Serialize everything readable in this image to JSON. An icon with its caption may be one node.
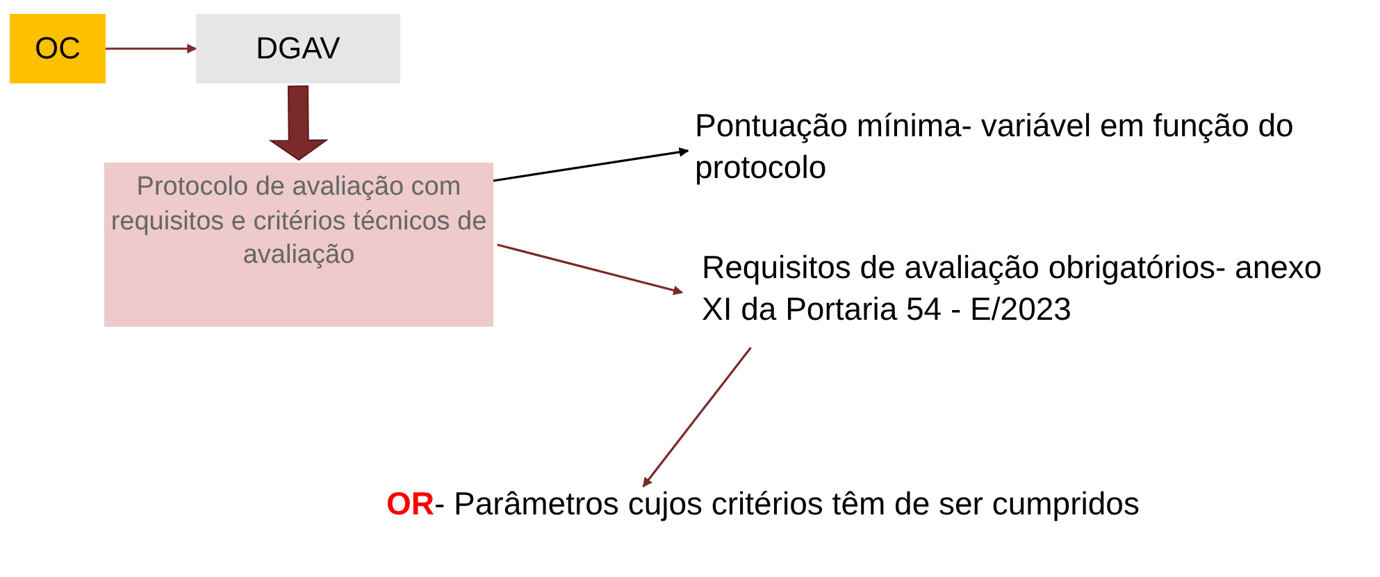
{
  "diagram": {
    "nodes": [
      {
        "text": [
          "OC"
        ]
      },
      {
        "text": [
          "DGAV"
        ]
      },
      {
        "text": [
          "Protocolo de avaliação com requisitos e critérios técnicos de avaliação"
        ]
      },
      {
        "text": [
          "Pontuação mínima- variável em função do protocolo"
        ]
      },
      {
        "text": [
          "Requisitos de avaliação obrigatórios- anexo XI da Portaria 54 - E/2023"
        ]
      },
      {
        "text": [
          "**OR**- Parâmetros cujos critérios têm de ser cumpridos"
        ]
      }
    ],
    "edges": [
      {
        "from": 0,
        "to": 1,
        "arrow": "to"
      },
      {
        "from": 1,
        "to": 2,
        "arrow": "to",
        "style": "thick"
      },
      {
        "from": 2,
        "to": 3,
        "arrow": "to",
        "color": "#000000"
      },
      {
        "from": 2,
        "to": 4,
        "arrow": "to"
      },
      {
        "from": 4,
        "to": 5,
        "arrow": "to"
      }
    ]
  }
}
